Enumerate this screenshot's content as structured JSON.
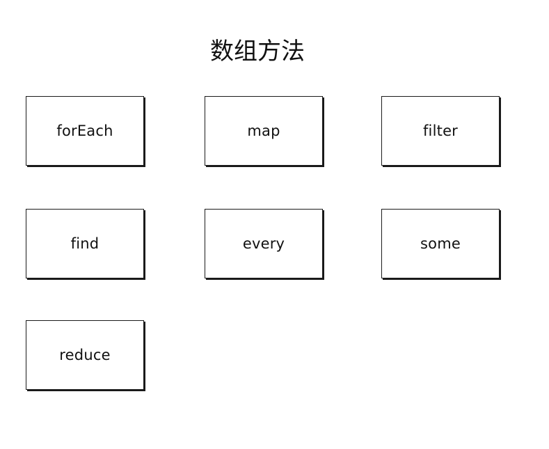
{
  "diagram": {
    "title": "数组方法",
    "nodes": [
      {
        "id": "forEach",
        "label": "forEach"
      },
      {
        "id": "map",
        "label": "map"
      },
      {
        "id": "filter",
        "label": "filter"
      },
      {
        "id": "find",
        "label": "find"
      },
      {
        "id": "every",
        "label": "every"
      },
      {
        "id": "some",
        "label": "some"
      },
      {
        "id": "reduce",
        "label": "reduce"
      }
    ]
  }
}
